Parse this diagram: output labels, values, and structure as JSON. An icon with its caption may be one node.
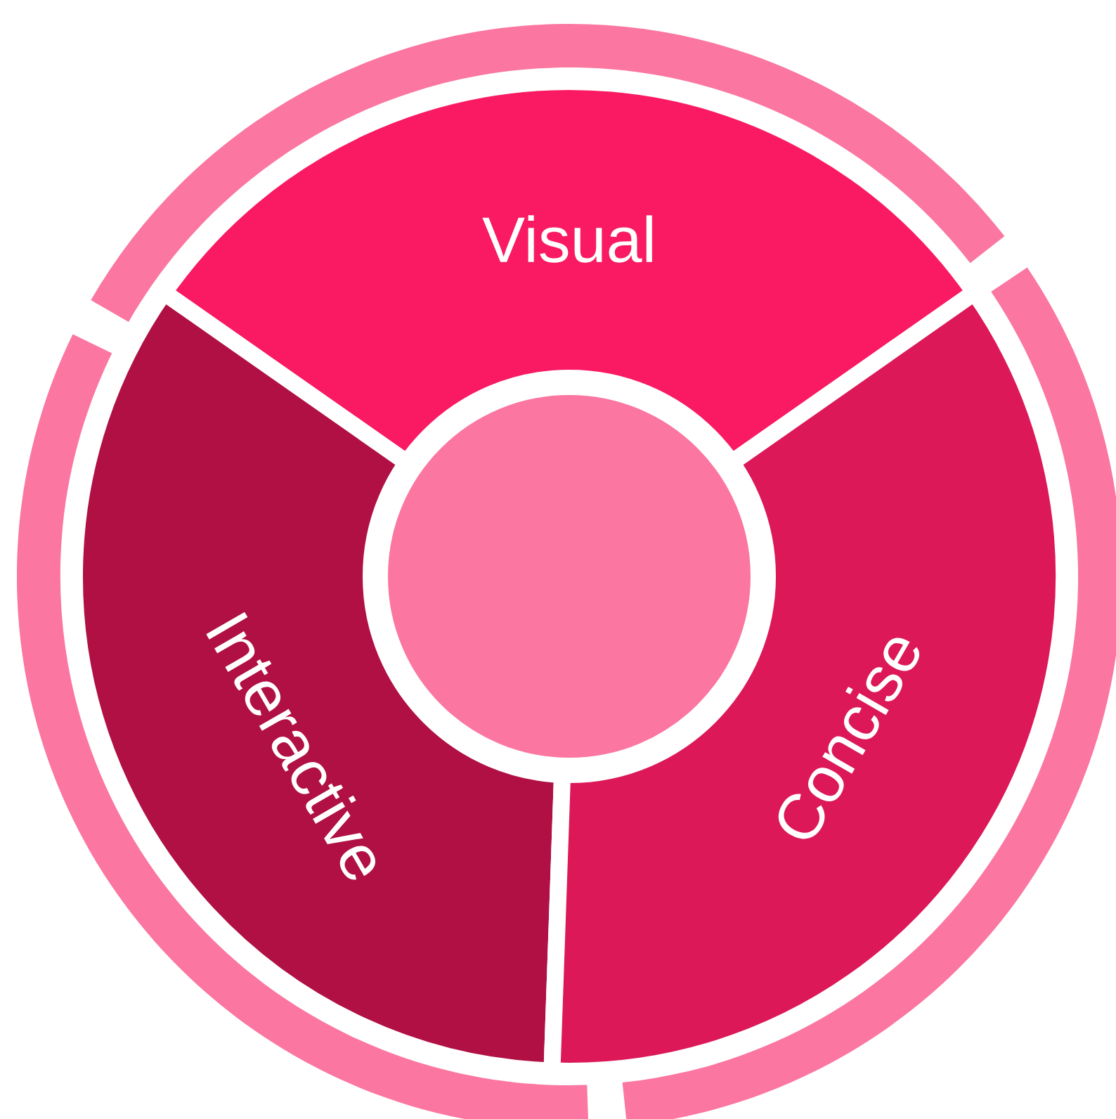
{
  "diagram": {
    "nodes": [
      {
        "text": [],
        "shape": "circle"
      },
      {
        "text": [
          "Visual"
        ]
      },
      {
        "text": [
          "Interactive"
        ]
      },
      {
        "text": [
          "Concise"
        ]
      }
    ]
  }
}
